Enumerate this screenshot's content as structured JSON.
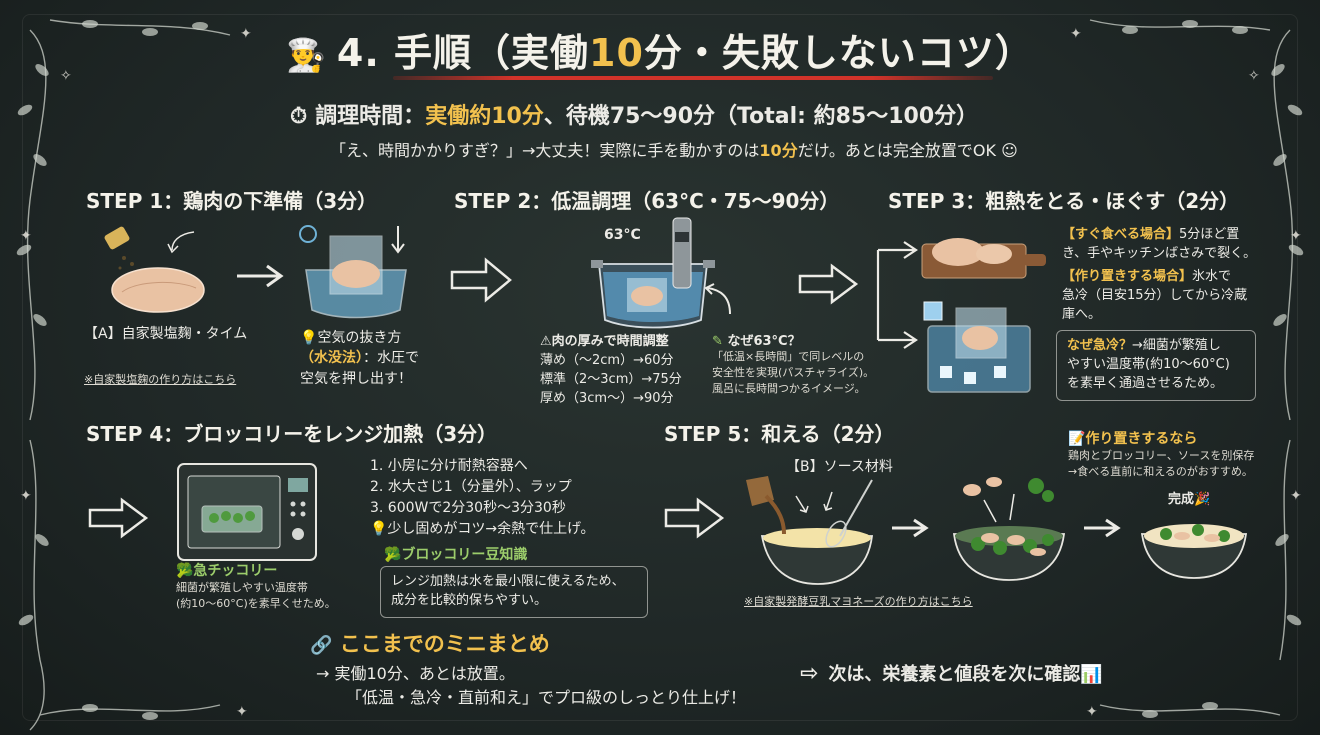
{
  "title": {
    "icon": "👨‍🍳",
    "number": "4.",
    "main": "手順（実働",
    "highlight": "10",
    "rest": "分・失敗しないコツ）"
  },
  "cook_time": {
    "icon": "⏱",
    "label": "調理時間：",
    "highlight": "実働約10分",
    "rest": "、待機75〜90分（Total: 約85〜100分）"
  },
  "note": {
    "before": "「え、時間かかりすぎ？」→大丈夫！実際に手を動かすのは",
    "highlight": "10分",
    "after": "だけ。あとは完全放置でOK ☺"
  },
  "step1": {
    "heading": "STEP 1：鶏肉の下準備（3分）",
    "label_a": "【A】自家製塩麹・タイム",
    "link": "※自家製塩麹の作り方はこちら",
    "tip_icon": "💡",
    "tip_title": "空気の抜き方",
    "tip_method": "（水没法）",
    "tip_body_1": "：水圧で",
    "tip_body_2": "空気を押し出す！"
  },
  "step2": {
    "heading": "STEP 2：低温調理（63°C・75〜90分）",
    "temp": "63°C",
    "warn_title": "⚠肉の厚みで時間調整",
    "rows": [
      "薄め（〜2cm）→60分",
      "標準（2〜3cm）→75分",
      "厚め（3cm〜）→90分"
    ],
    "why_title": "なぜ63°C？",
    "why_lines": [
      "「低温×長時間」で同レベルの",
      "安全性を実現(パスチャライズ)。",
      "風呂に長時間つかるイメージ。"
    ]
  },
  "step3": {
    "heading": "STEP 3：粗熱をとる・ほぐす（2分）",
    "now_title": "【すぐ食べる場合】",
    "now_body_1": "5分ほど置",
    "now_body_2": "き、手やキッチンばさみで裂く。",
    "prep_title": "【作り置きする場合】",
    "prep_body_1": "氷水で",
    "prep_body_2": "急冷（目安15分）してから冷蔵",
    "prep_body_3": "庫へ。",
    "why_title": "なぜ急冷？",
    "why_body_1": "→細菌が繁殖し",
    "why_body_2": "やすい温度帯(約10〜60°C)",
    "why_body_3": "を素早く通過させるため。"
  },
  "step4": {
    "heading": "STEP 4：ブロッコリーをレンジ加熱（3分）",
    "list": [
      "1. 小房に分け耐熱容器へ",
      "2. 水大さじ1（分量外）、ラップ",
      "3. 600Wで2分30秒〜3分30秒"
    ],
    "tip": "💡少し固めがコツ→余熱で仕上げ。",
    "quick_title": "🥦急チッコリー",
    "quick_lines": [
      "細菌が繁殖しやすい温度帯",
      "(約10〜60°C)を素早くせため。"
    ],
    "trivia_title": "🥦ブロッコリー豆知識",
    "trivia_lines": [
      "レンジ加熱は水を最小限に使えるため、",
      "成分を比較的保ちやすい。"
    ]
  },
  "step5": {
    "heading": "STEP 5：和える（2分）",
    "sauce_label": "【B】ソース材料",
    "link": "※自家製発酵豆乳マヨネーズの作り方はこちら",
    "prep_title": "📝作り置きするなら",
    "prep_lines": [
      "鶏肉とブロッコリー、ソースを別保存",
      "→食べる直前に和えるのがおすすめ。"
    ],
    "done": "完成🎉"
  },
  "summary": {
    "icon": "🔗",
    "title": "ここまでのミニまとめ",
    "line1": "→ 実働10分、あとは放置。",
    "line2": "「低温・急冷・直前和え」でプロ級のしっとり仕上げ！"
  },
  "next": {
    "arrow": "⇨",
    "text": "次は、栄養素と値段を次に確認📊"
  },
  "colors": {
    "board": "#1d2524",
    "chalk": "#ecebe6",
    "accent_yellow": "#f2c14e",
    "accent_red": "#d2332a",
    "accent_green": "#9ccd6b"
  }
}
